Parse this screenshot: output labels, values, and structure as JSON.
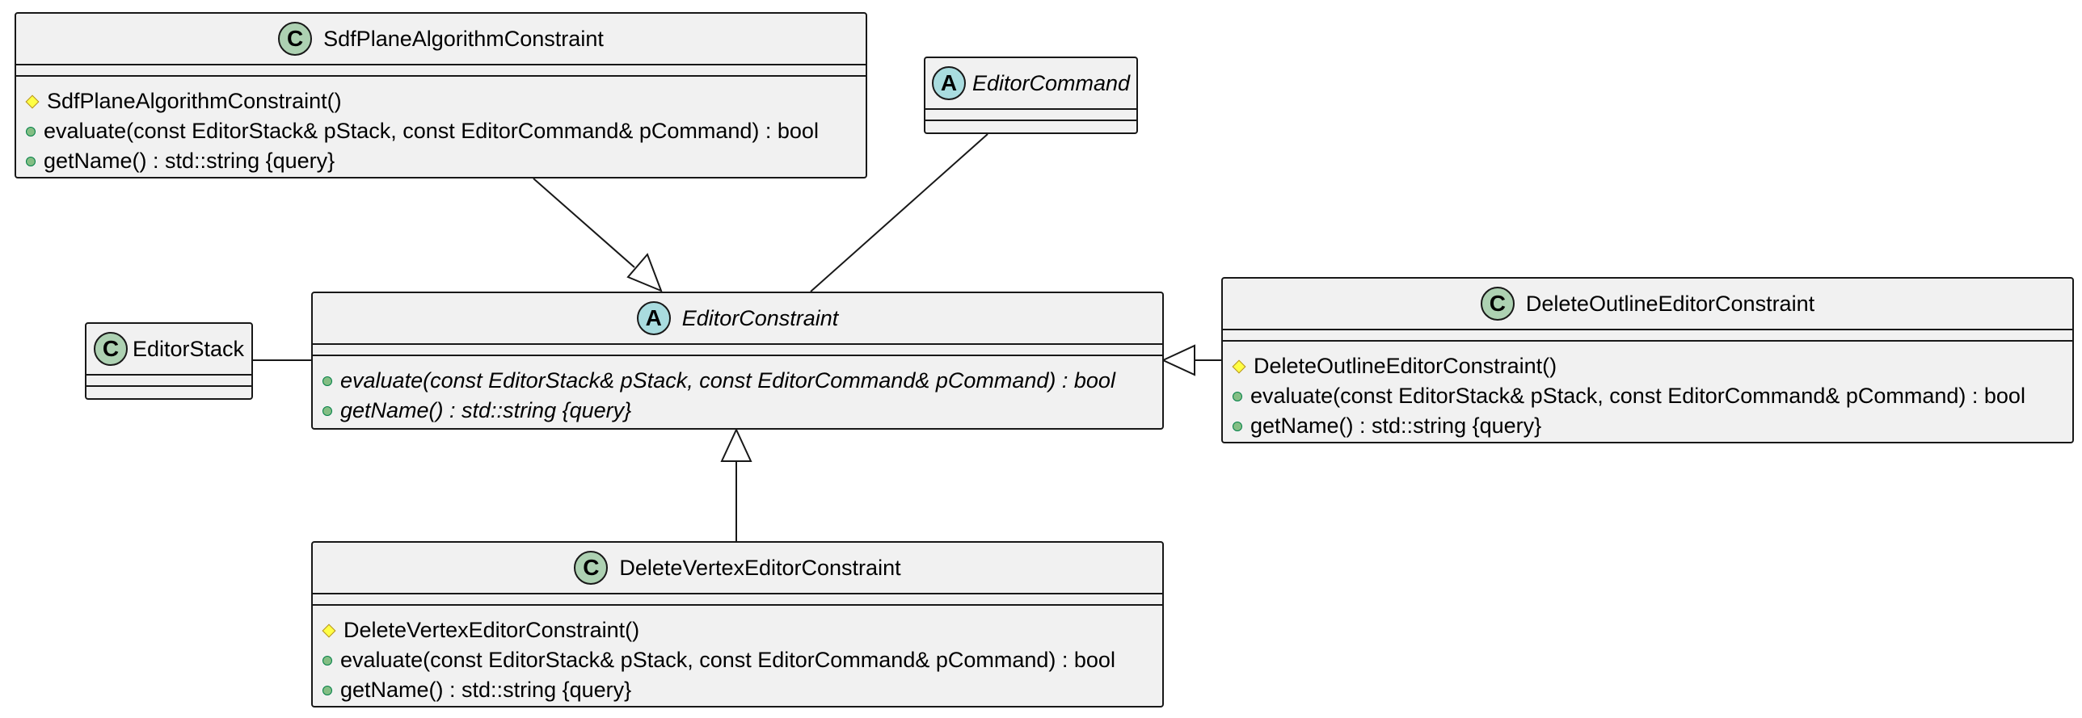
{
  "classes": {
    "sdf_plane": {
      "stereotype": "C",
      "name": "SdfPlaneAlgorithmConstraint",
      "members": [
        {
          "visibility": "protected",
          "text": "SdfPlaneAlgorithmConstraint()"
        },
        {
          "visibility": "public",
          "text": "evaluate(const EditorStack& pStack, const EditorCommand& pCommand) : bool"
        },
        {
          "visibility": "public",
          "text": "getName() : std::string {query}"
        }
      ]
    },
    "editor_command": {
      "stereotype": "A",
      "name": "EditorCommand",
      "members": []
    },
    "editor_stack": {
      "stereotype": "C",
      "name": "EditorStack",
      "members": []
    },
    "editor_constraint": {
      "stereotype": "A",
      "name": "EditorConstraint",
      "members": [
        {
          "visibility": "public",
          "text": "evaluate(const EditorStack& pStack, const EditorCommand& pCommand) : bool"
        },
        {
          "visibility": "public",
          "text": "getName() : std::string {query}"
        }
      ]
    },
    "delete_outline": {
      "stereotype": "C",
      "name": "DeleteOutlineEditorConstraint",
      "members": [
        {
          "visibility": "protected",
          "text": "DeleteOutlineEditorConstraint()"
        },
        {
          "visibility": "public",
          "text": "evaluate(const EditorStack& pStack, const EditorCommand& pCommand) : bool"
        },
        {
          "visibility": "public",
          "text": "getName() : std::string {query}"
        }
      ]
    },
    "delete_vertex": {
      "stereotype": "C",
      "name": "DeleteVertexEditorConstraint",
      "members": [
        {
          "visibility": "protected",
          "text": "DeleteVertexEditorConstraint()"
        },
        {
          "visibility": "public",
          "text": "evaluate(const EditorStack& pStack, const EditorCommand& pCommand) : bool"
        },
        {
          "visibility": "public",
          "text": "getName() : std::string {query}"
        }
      ]
    }
  },
  "relations": [
    {
      "from": "SdfPlaneAlgorithmConstraint",
      "to": "EditorConstraint",
      "type": "generalization"
    },
    {
      "from": "DeleteOutlineEditorConstraint",
      "to": "EditorConstraint",
      "type": "generalization"
    },
    {
      "from": "DeleteVertexEditorConstraint",
      "to": "EditorConstraint",
      "type": "generalization"
    },
    {
      "from": "EditorCommand",
      "to": "EditorConstraint",
      "type": "association"
    },
    {
      "from": "EditorStack",
      "to": "EditorConstraint",
      "type": "association"
    }
  ]
}
